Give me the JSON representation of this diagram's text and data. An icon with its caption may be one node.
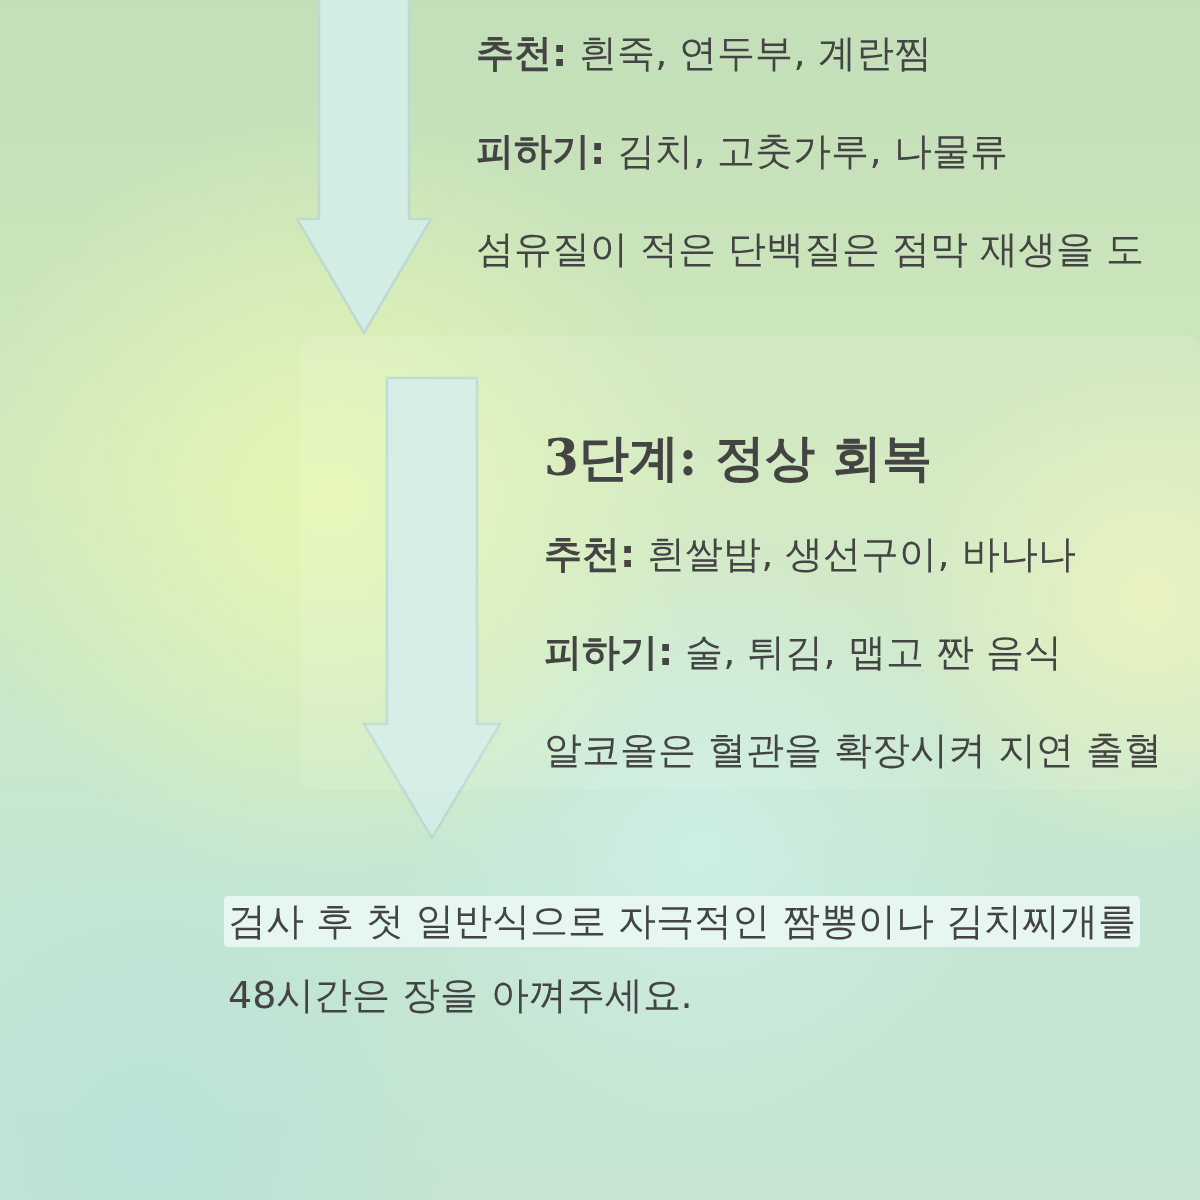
{
  "diagram": {
    "nodes": [
      {
        "text": [
          "**추천:** 흰죽, 연두부, 계란찜",
          "**피하기:** 김치, 고춧가루, 나물류",
          "섬유질이 적은 단백질은 점막 재생을 도"
        ]
      },
      {
        "text": [
          "3단계: 정상 회복",
          "**추천:** 흰쌀밥, 생선구이, 바나나",
          "**피하기:** 술, 튀김, 맵고 짠 음식",
          "알코올은 혈관을 확장시켜 지연 출혈"
        ]
      },
      {
        "text": [
          "검사 후 첫 일반식으로 자극적인 짬뽕이나 김치찌개를",
          "48시간은 장을 아껴주세요."
        ]
      }
    ],
    "edges": [
      {
        "from": null,
        "to": 1,
        "arrow": "to"
      },
      {
        "from": 1,
        "to": 2,
        "arrow": "to"
      }
    ]
  }
}
